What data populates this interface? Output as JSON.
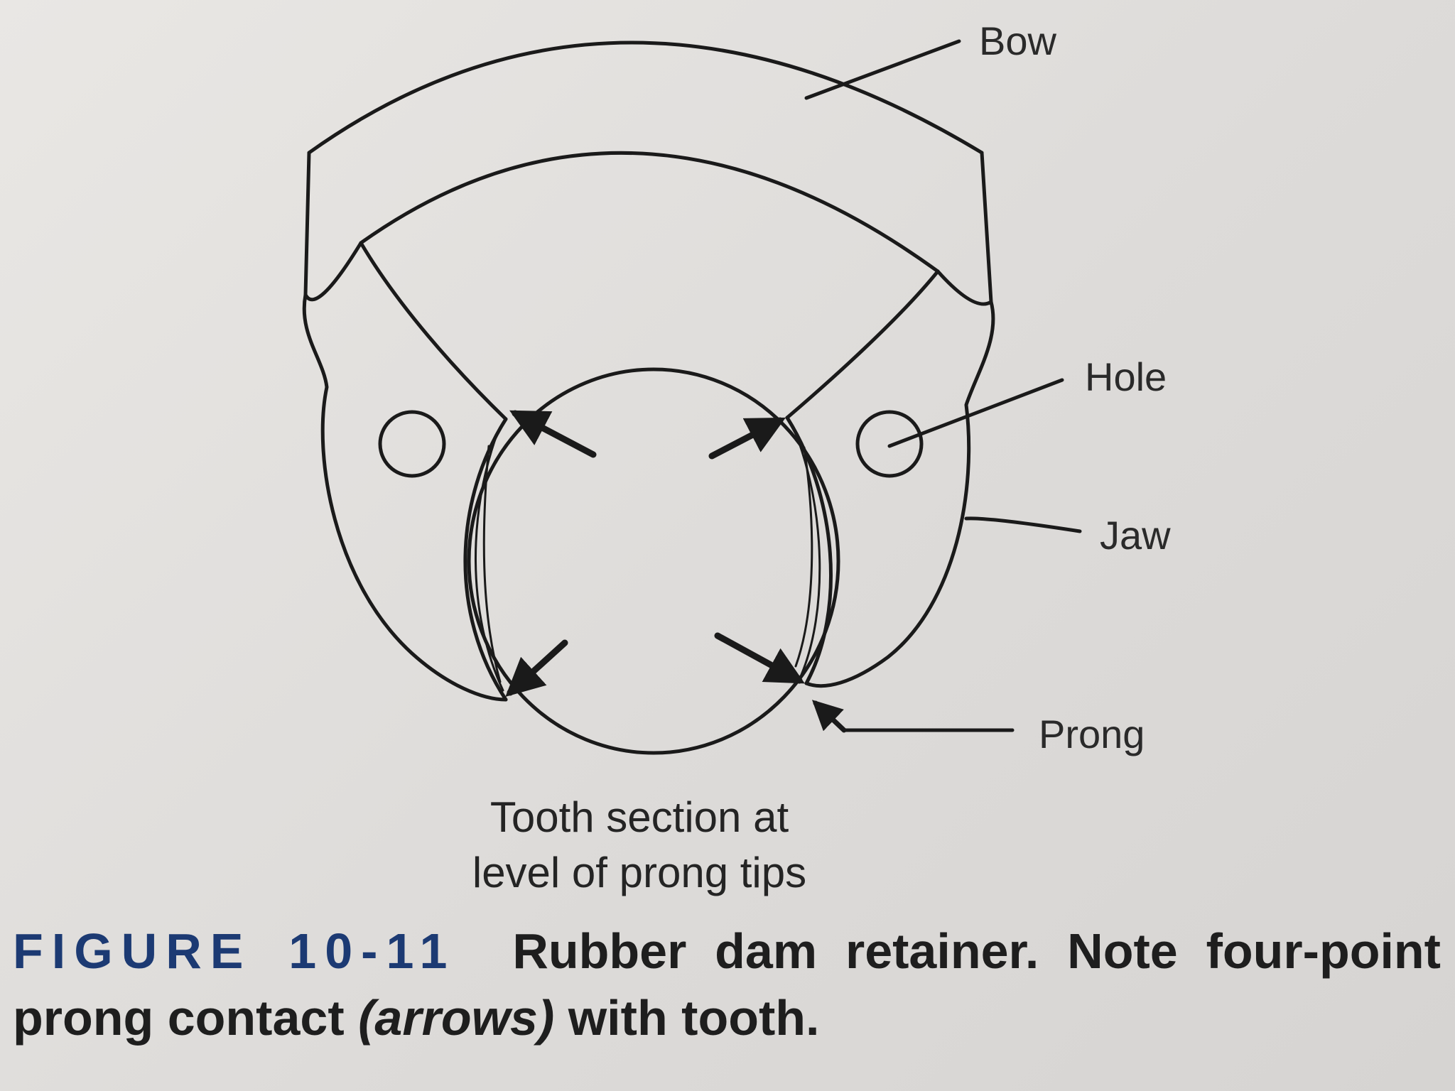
{
  "diagram": {
    "labels": {
      "bow": "Bow",
      "hole": "Hole",
      "jaw": "Jaw",
      "prong": "Prong"
    },
    "tooth_caption_line1": "Tooth section at",
    "tooth_caption_line2": "level of prong tips"
  },
  "caption": {
    "figure_number": "FIGURE 10-11",
    "text_before_italic": "Rubber dam retainer. Note four-point prong contact",
    "italic": "(arrows)",
    "text_after_italic": "with tooth."
  },
  "colors": {
    "ink": "#1a1a1a",
    "figure_number": "#1c3a73",
    "paper": "#e6e4e1"
  }
}
